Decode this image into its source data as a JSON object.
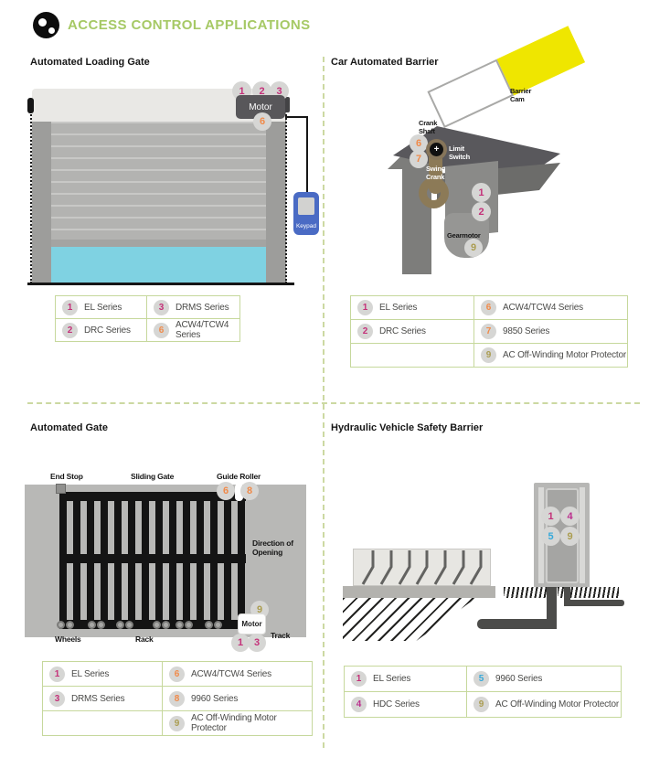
{
  "palette": {
    "green": "#a6c965",
    "table_border_green": "#c6d89c",
    "divider_green": "#ccd9a2",
    "pink": "#c43179",
    "magenta": "#bb2f8e",
    "blue": "#36a9da",
    "orange": "#f08a49",
    "olive": "#ab9d51",
    "ink": "#1a1a1a",
    "label_gray": "#4b4b49",
    "barrier_yellow": "#efe600",
    "keypad_blue": "#4a6bc4",
    "gate_cyan": "#7fd2e2",
    "motor_dark": "#58575a"
  },
  "header": {
    "title": "ACCESS CONTROL APPLICATIONS"
  },
  "sections": {
    "loading_gate": {
      "title": "Automated Loading Gate",
      "labels": {
        "motor": "Motor",
        "keypad": "Keypad"
      },
      "callouts": {
        "c1": "1",
        "c2": "2",
        "c3": "3",
        "c6": "6"
      },
      "table": [
        [
          {
            "num": "1",
            "color": "pink",
            "label": "EL Series"
          },
          {
            "num": "3",
            "color": "pink",
            "label": "DRMS Series"
          }
        ],
        [
          {
            "num": "2",
            "color": "pink",
            "label": "DRC Series"
          },
          {
            "num": "6",
            "color": "orange",
            "label": "ACW4/TCW4 Series"
          }
        ]
      ]
    },
    "car_barrier": {
      "title": "Car Automated Barrier",
      "labels": {
        "barrier_cam": "Barrier Cam",
        "crank_shaft": "Crank Shaft",
        "limit_switch": "Limit Switch",
        "swing_crank": "Swing Crank",
        "gearmotor": "Gearmotor"
      },
      "callouts": {
        "c6": "6",
        "c7": "7",
        "c1": "1",
        "c2": "2",
        "c9": "9",
        "plus": "+"
      },
      "table": [
        [
          {
            "num": "1",
            "color": "pink",
            "label": "EL Series"
          },
          {
            "num": "6",
            "color": "orange",
            "label": "ACW4/TCW4 Series"
          }
        ],
        [
          {
            "num": "2",
            "color": "pink",
            "label": "DRC Series"
          },
          {
            "num": "7",
            "color": "orange",
            "label": "9850 Series"
          }
        ],
        [
          null,
          {
            "num": "9",
            "color": "olive",
            "label": "AC Off-Winding Motor  Protector"
          }
        ]
      ]
    },
    "automated_gate": {
      "title": "Automated Gate",
      "labels": {
        "end_stop": "End Stop",
        "sliding_gate": "Sliding Gate",
        "guide_roller": "Guide Roller",
        "direction": "Direction of Opening",
        "wheels": "Wheels",
        "rack": "Rack",
        "motor": "Motor",
        "track": "Track"
      },
      "callouts": {
        "c6": "6",
        "c8": "8",
        "c9": "9",
        "c1": "1",
        "c3": "3"
      },
      "table": [
        [
          {
            "num": "1",
            "color": "pink",
            "label": "EL Series"
          },
          {
            "num": "6",
            "color": "orange",
            "label": "ACW4/TCW4 Series"
          }
        ],
        [
          {
            "num": "3",
            "color": "pink",
            "label": "DRMS Series"
          },
          {
            "num": "8",
            "color": "orange",
            "label": "9960 Series"
          }
        ],
        [
          null,
          {
            "num": "9",
            "color": "olive",
            "label": "AC Off-Winding Motor  Protector"
          }
        ]
      ]
    },
    "hydraulic_barrier": {
      "title": "Hydraulic Vehicle Safety Barrier",
      "callouts": {
        "c1": "1",
        "c4": "4",
        "c5": "5",
        "c9": "9"
      },
      "table": [
        [
          {
            "num": "1",
            "color": "pink",
            "label": "EL Series"
          },
          {
            "num": "5",
            "color": "blue",
            "label": "9960 Series"
          }
        ],
        [
          {
            "num": "4",
            "color": "magenta",
            "label": "HDC Series"
          },
          {
            "num": "9",
            "color": "olive",
            "label": "AC Off-Winding Motor  Protector"
          }
        ]
      ]
    }
  }
}
